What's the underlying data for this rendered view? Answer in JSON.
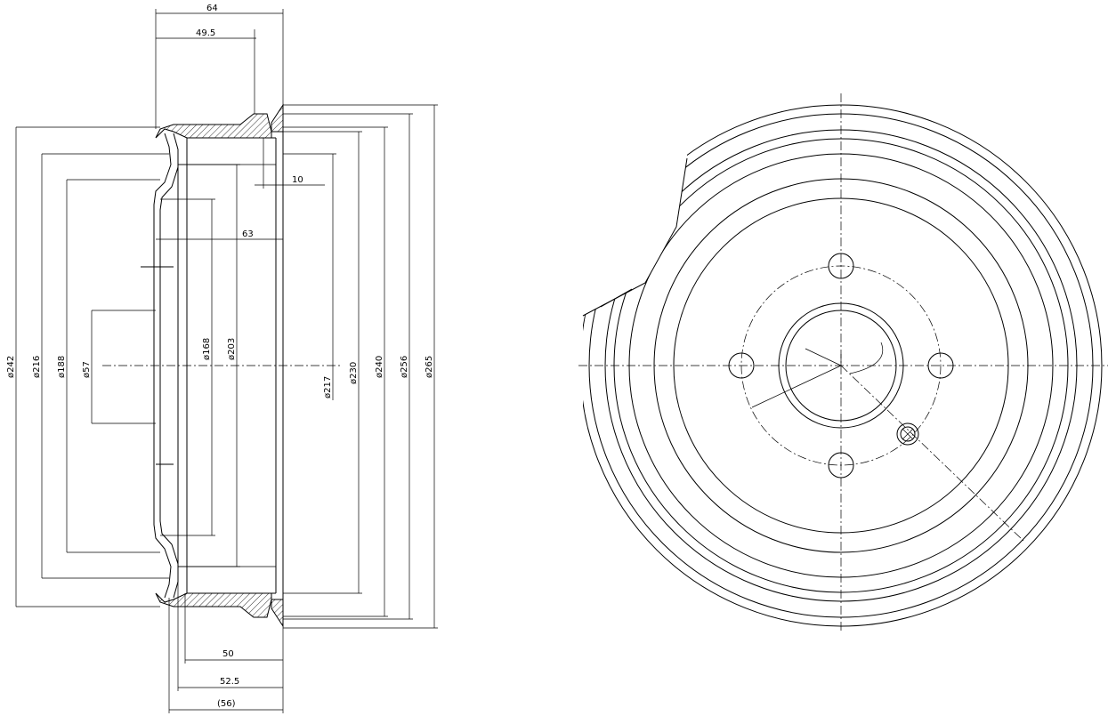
{
  "section_view": {
    "horizontal_dims": [
      {
        "id": "overall-width",
        "label": "64"
      },
      {
        "id": "flange-offset",
        "label": "49.5"
      },
      {
        "id": "lip-width",
        "label": "10"
      },
      {
        "id": "inner-depth",
        "label": "63"
      },
      {
        "id": "friction-width",
        "label": "50"
      },
      {
        "id": "drum-depth",
        "label": "52.5"
      },
      {
        "id": "total-ref",
        "label": "(56)"
      }
    ],
    "diameter_dims": [
      {
        "id": "d242",
        "label": "ø242"
      },
      {
        "id": "d216",
        "label": "ø216"
      },
      {
        "id": "d188",
        "label": "ø188"
      },
      {
        "id": "d57",
        "label": "ø57"
      },
      {
        "id": "d168",
        "label": "ø168"
      },
      {
        "id": "d203",
        "label": "ø203"
      },
      {
        "id": "d217",
        "label": "ø217"
      },
      {
        "id": "d230",
        "label": "ø230"
      },
      {
        "id": "d240",
        "label": "ø240"
      },
      {
        "id": "d256",
        "label": "ø256"
      },
      {
        "id": "d265",
        "label": "ø265"
      }
    ]
  }
}
